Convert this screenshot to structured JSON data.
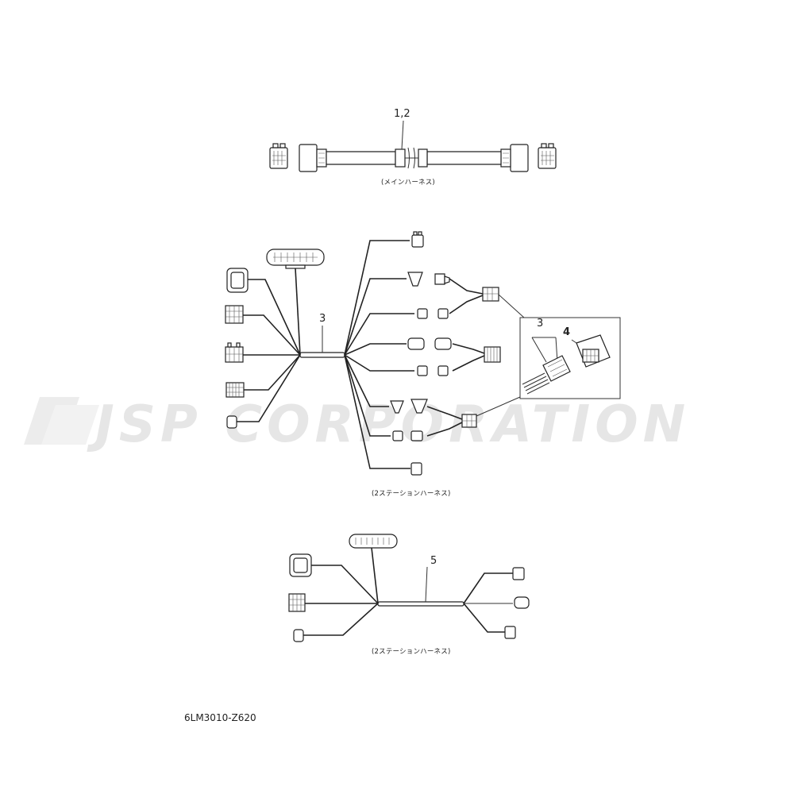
{
  "diagram": {
    "main_harness": {
      "callout": "1,2",
      "caption": "(メインハーネス)"
    },
    "station_harness_3": {
      "callout": "3",
      "caption": "(2ステーションハーネス)"
    },
    "detail_inset": {
      "callout_a": "3",
      "callout_b": "4"
    },
    "station_harness_5": {
      "callout": "5",
      "caption": "(2ステーションハーネス)"
    },
    "part_code": "6LM3010-Z620"
  },
  "watermark": {
    "text": "JSP CORPORATION",
    "color": "#e6e6e6"
  }
}
